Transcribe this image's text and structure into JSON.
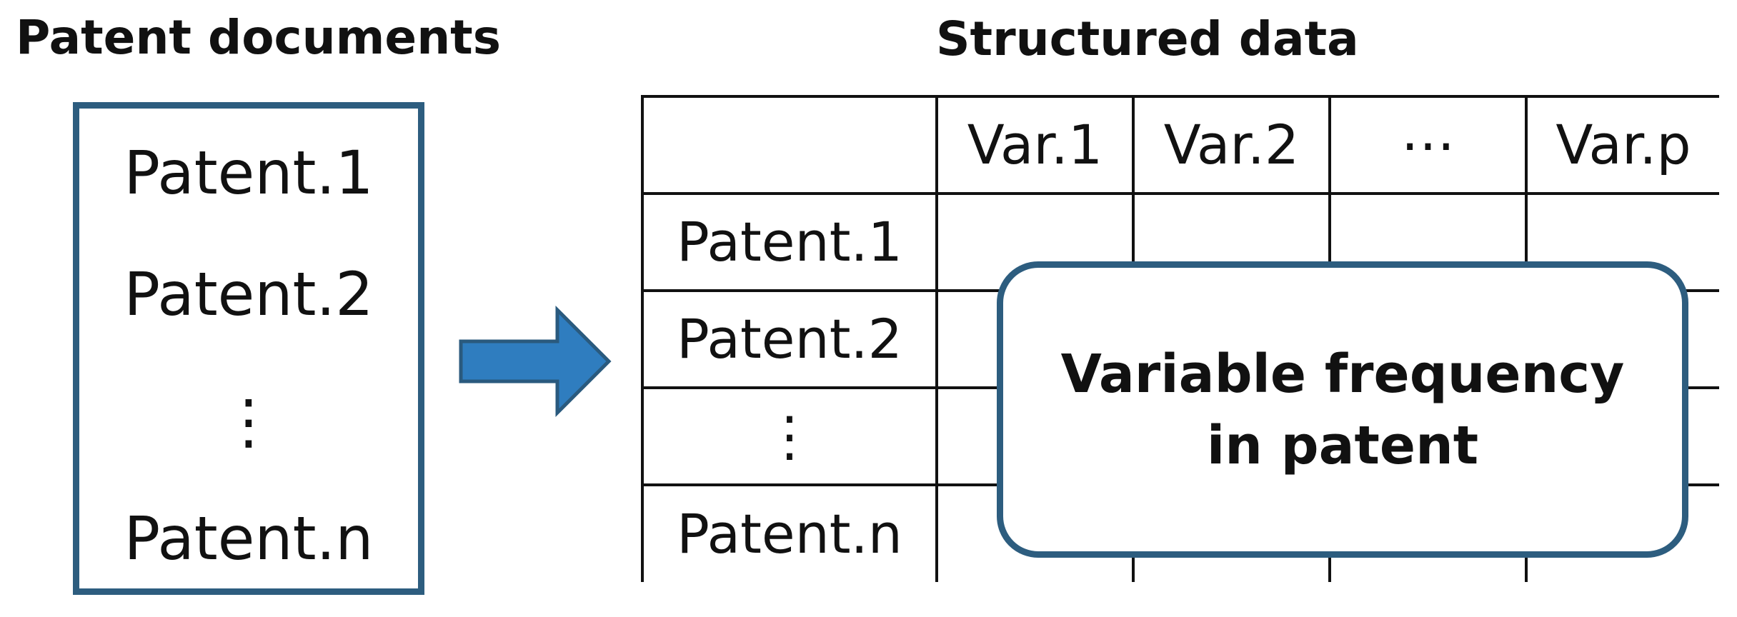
{
  "left_heading": "Patent documents",
  "right_heading": "Structured data",
  "documents": [
    "Patent.1",
    "Patent.2",
    "⋮",
    "Patent.n"
  ],
  "table": {
    "corner": "",
    "columns": [
      "Var.1",
      "Var.2",
      "⋯",
      "Var.p"
    ],
    "rows": [
      "Patent.1",
      "Patent.2",
      "⋮",
      "Patent.n"
    ]
  },
  "callout": {
    "line1": "Variable frequency",
    "line2": "in patent"
  },
  "colors": {
    "box_border": "#2d5d7f",
    "arrow_fill": "#2f7dbf",
    "arrow_stroke": "#2a5a7e",
    "grid": "#111111"
  },
  "icons": [
    "right-arrow-icon"
  ]
}
